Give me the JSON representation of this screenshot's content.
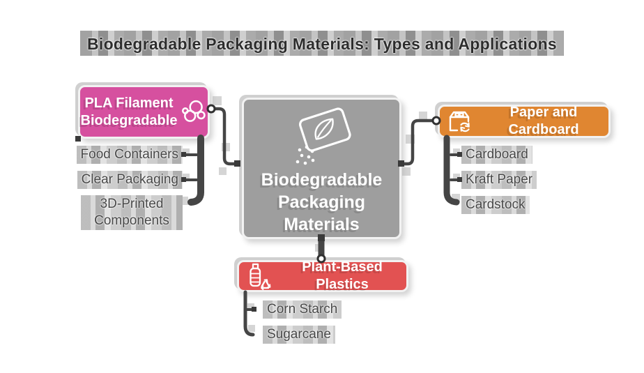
{
  "title": "Biodegradable Packaging Materials: Types and Applications",
  "root": {
    "label": "Biodegradable Packaging Materials",
    "lines": [
      "Biodegradable",
      "Packaging",
      "Materials"
    ],
    "icon": "seed-packet-leaf-icon",
    "color": "#9e9e9e"
  },
  "branches": [
    {
      "label": "PLA Filament Biodegradable",
      "lines": [
        "PLA Filament",
        "Biodegradable"
      ],
      "icon": "molecule-icon",
      "color": "#d6509f",
      "children": [
        "Food Containers",
        "Clear Packaging",
        "3D-Printed Components"
      ]
    },
    {
      "label": "Paper and Cardboard",
      "icon": "box-recycle-icon",
      "color": "#e08631",
      "children": [
        "Cardboard",
        "Kraft Paper",
        "Cardstock"
      ]
    },
    {
      "label": "Plant-Based Plastics",
      "icon": "bottle-recycle-icon",
      "color": "#e25252",
      "children": [
        "Corn Starch",
        "Sugarcane"
      ]
    }
  ],
  "edge_color": "#454545"
}
